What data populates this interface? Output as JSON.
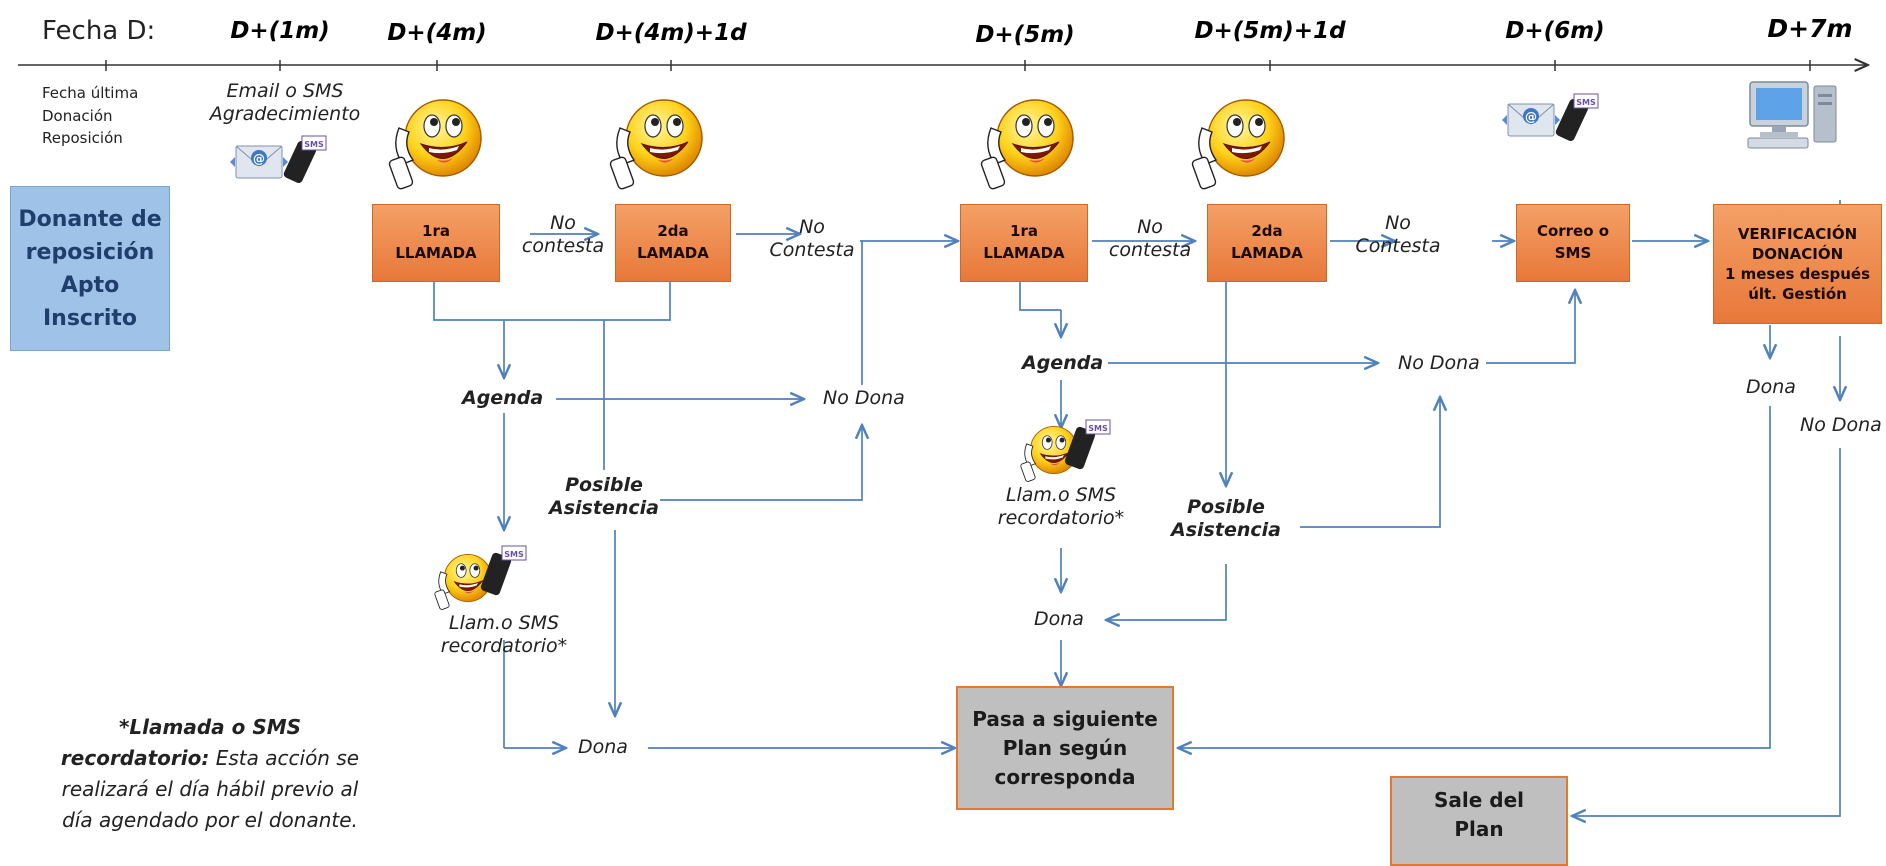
{
  "timeline": {
    "fecha_label": "Fecha D:",
    "ticks": {
      "d1m": "D+(1m)",
      "d4m": "D+(4m)",
      "d4m1d": "D+(4m)+1d",
      "d5m": "D+(5m)",
      "d5m1d": "D+(5m)+1d",
      "d6m": "D+(6m)",
      "d7m": "D+7m"
    }
  },
  "start_info": {
    "line1": "Fecha última",
    "line2": "Donación",
    "line3": "Reposición"
  },
  "email_info": {
    "line1": "Email o SMS",
    "line2": "Agradecimiento"
  },
  "donor_box": {
    "line1": "Donante de",
    "line2": "reposición",
    "line3": "Apto Inscrito"
  },
  "boxes": {
    "llamada1_a": {
      "line1": "1ra",
      "line2": "LLAMADA"
    },
    "llamada2_a": {
      "line1": "2da",
      "line2": "LAMADA"
    },
    "llamada1_b": {
      "line1": "1ra",
      "line2": "LLAMADA"
    },
    "llamada2_b": {
      "line1": "2da",
      "line2": "LAMADA"
    },
    "correo": {
      "line1": "Correo o",
      "line2": "SMS"
    },
    "verificacion": {
      "line1": "VERIFICACIÓN",
      "line2": "DONACIÓN",
      "line3": "1 meses después",
      "line4": "últ. Gestión"
    },
    "pasa": {
      "line1": "Pasa a siguiente",
      "line2": "Plan  según",
      "line3": "corresponda"
    },
    "sale": {
      "line1": "Sale del",
      "line2": "Plan"
    }
  },
  "labels": {
    "no_contesta_1": {
      "line1": "No",
      "line2": "contesta"
    },
    "no_contesta_2": {
      "line1": "No",
      "line2": "Contesta"
    },
    "no_contesta_3": {
      "line1": "No",
      "line2": "contesta"
    },
    "no_contesta_4": {
      "line1": "No",
      "line2": "Contesta"
    },
    "agenda_1": "Agenda",
    "agenda_2": "Agenda",
    "no_dona_1": "No Dona",
    "no_dona_2": "No Dona",
    "no_dona_3": "No Dona",
    "posible_1": {
      "line1": "Posible",
      "line2": "Asistencia"
    },
    "posible_2": {
      "line1": "Posible",
      "line2": "Asistencia"
    },
    "llam_sms_1": {
      "line1": "Llam.o SMS",
      "line2": "recordatorio*"
    },
    "llam_sms_2": {
      "line1": "Llam.o SMS",
      "line2": "recordatorio*"
    },
    "dona_1": "Dona",
    "dona_2": "Dona",
    "dona_3": "Dona"
  },
  "footnote": {
    "title": "*Llamada o SMS",
    "bold_term": "recordatorio:",
    "line2_rest": " Esta acción se",
    "line3": "realizará el día hábil previo al",
    "line4": "día agendado por el donante."
  },
  "icons": {
    "phone_face": "smiley-phone-icon",
    "email_sms": "email-sms-icon",
    "computer": "computer-icon"
  },
  "colors": {
    "orange": "#e8783a",
    "blue_box": "#9ec2e8",
    "gray_box": "#bfbfbf",
    "arrow": "#4f81bd"
  }
}
